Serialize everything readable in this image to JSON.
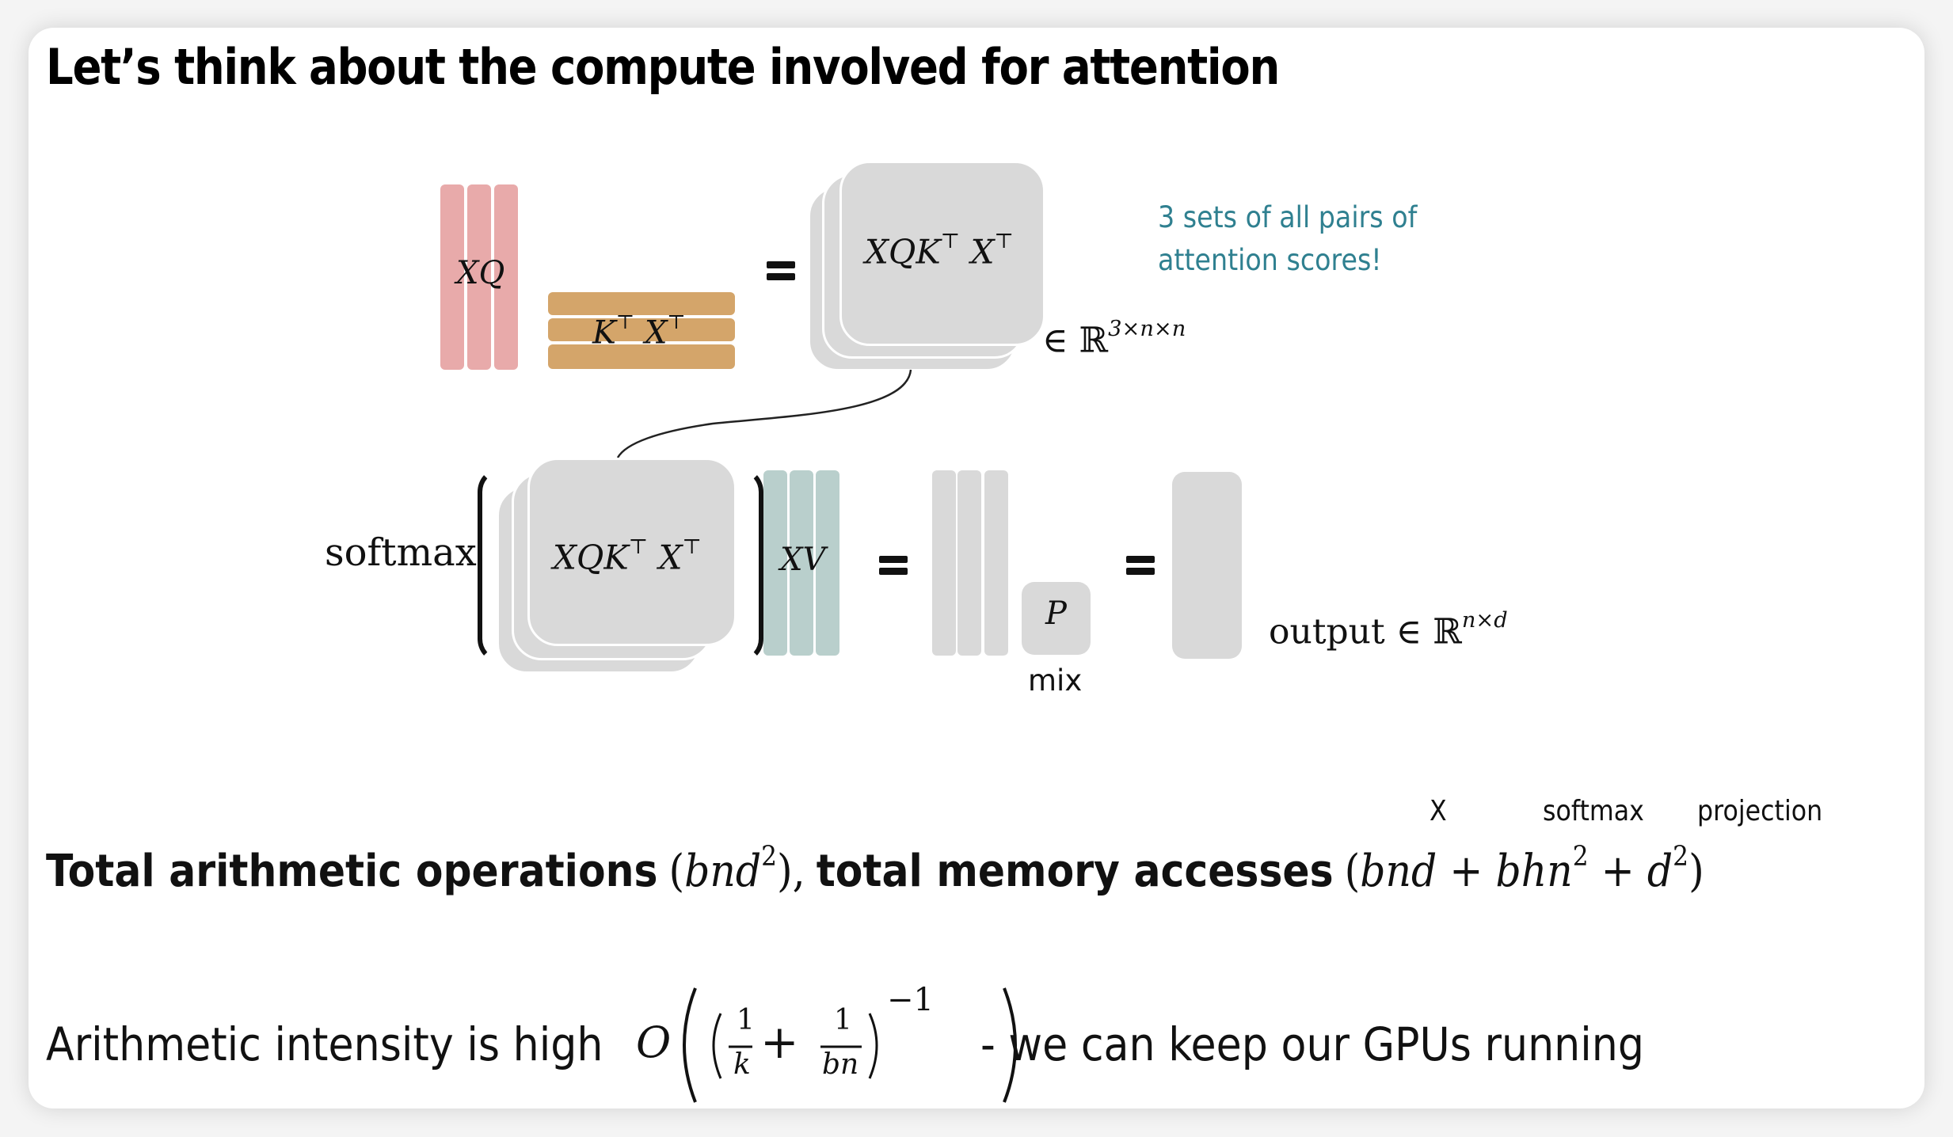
{
  "slide": {
    "title": "Let’s think about the compute involved for attention"
  },
  "diagram": {
    "top": {
      "xq_label": "XQ",
      "kt_label_k": "K",
      "kt_label_x": "X",
      "transpose": "⊤",
      "equals": "=",
      "scores_label_x": "X",
      "scores_label_q": "Q",
      "scores_label_k": "K",
      "scores_label_x2": "X",
      "membership": "∈ ℝ",
      "dims": "3×n×n",
      "annotation_line1": "3 sets of all pairs of",
      "annotation_line2": "attention scores!",
      "annotation_color": "#2f8090"
    },
    "bottom": {
      "softmax_label": "softmax",
      "scores_label": "XQK",
      "scores_label_x": "X",
      "transpose": "⊤",
      "xv_label": "XV",
      "p_label": "P",
      "mix_label": "mix",
      "output_label": "output ∈ ℝ",
      "output_dims": "n×d"
    },
    "colors": {
      "query": "#e8aaaa",
      "key": "#d4a56a",
      "value": "#b9cfcc",
      "scores": "#d9d9d9"
    }
  },
  "formulas": {
    "annotations": {
      "x": "X",
      "softmax": "softmax",
      "projection": "projection"
    },
    "line1": {
      "ops_label": "Total arithmetic operations",
      "ops_expr_open": "(",
      "ops_expr": "bnd",
      "ops_exp": "2",
      "ops_expr_close": "),",
      "mem_label": "total memory accesses",
      "mem_open": "(",
      "mem_term1": "bnd",
      "plus": "+",
      "mem_term2": "bhn",
      "mem_term2_exp": "2",
      "mem_term3": "d",
      "mem_term3_exp": "2",
      "mem_close": ")"
    },
    "line2": {
      "prefix": "Arithmetic intensity is high",
      "big_o": "O",
      "frac1_num": "1",
      "frac1_den": "k",
      "plus": "+",
      "frac2_num": "1",
      "frac2_den": "bn",
      "exponent": "−1",
      "suffix": "- we can keep our GPUs running"
    }
  }
}
